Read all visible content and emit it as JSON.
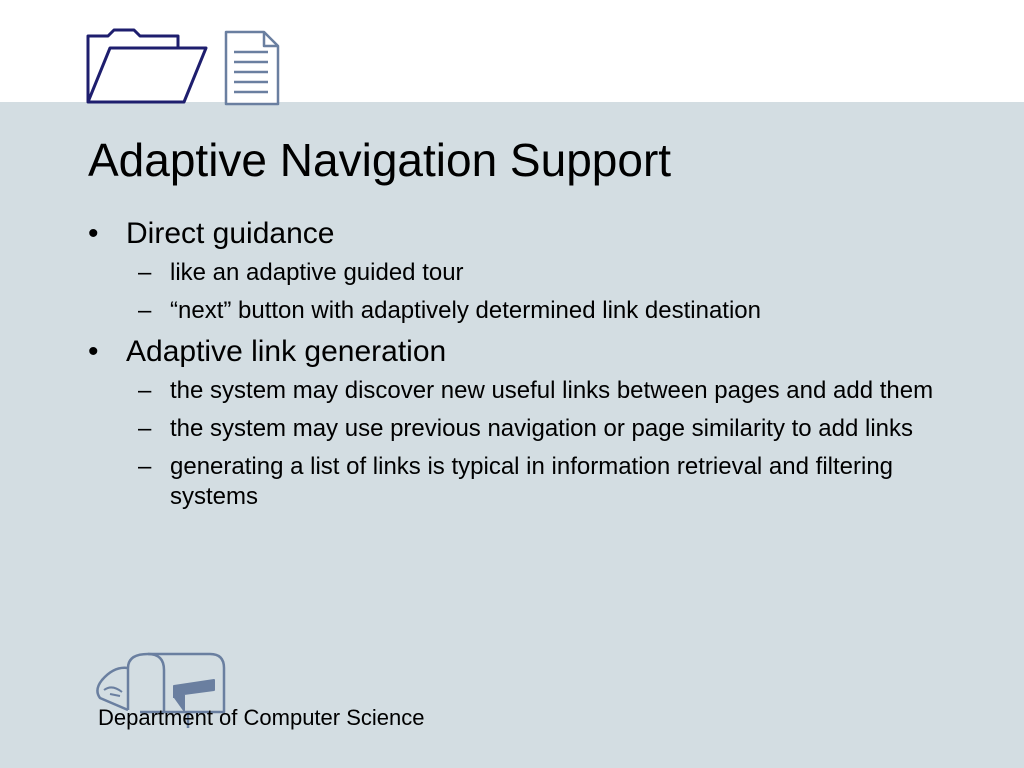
{
  "slide": {
    "title": "Adaptive Navigation Support",
    "bullet_glyph": "•",
    "dash_glyph": "–",
    "items": [
      {
        "text": "Direct guidance",
        "subitems": [
          "like an adaptive guided tour",
          "“next” button with adaptively determined link destination"
        ]
      },
      {
        "text": "Adaptive link generation",
        "subitems": [
          "the system may discover new useful links between pages and add them",
          "the system may use previous navigation or page similarity to add links",
          "generating a list of links is typical in information retrieval and filtering systems"
        ]
      }
    ],
    "footer": "Department of Computer Science"
  },
  "icons": {
    "header_left": "folder-icon",
    "header_right": "document-icon",
    "footer": "mailbox-icon"
  },
  "colors": {
    "background_band": "#d3dde2",
    "header_background": "#ffffff",
    "icon_stroke_dark": "#1e1e6e",
    "icon_stroke_light": "#6a7fa0"
  }
}
